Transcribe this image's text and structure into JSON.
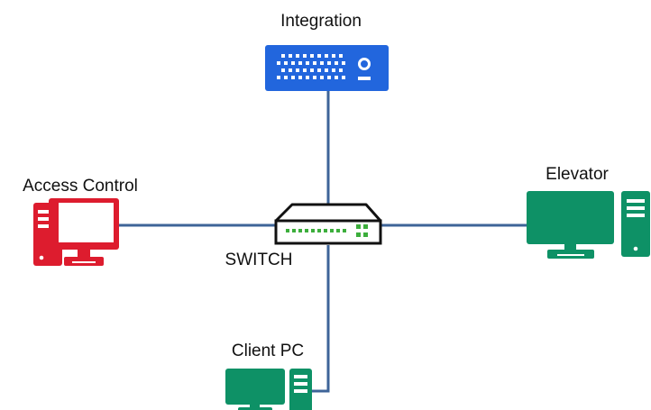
{
  "nodes": {
    "integration": {
      "label": "Integration",
      "icon": "dvr-recorder-icon",
      "color": "#2266dd"
    },
    "access_control": {
      "label": "Access Control",
      "icon": "desktop-pc-icon",
      "color": "#dd1c2e"
    },
    "switch": {
      "label": "SWITCH",
      "icon": "network-switch-icon",
      "led_color": "#3cae3c"
    },
    "elevator": {
      "label": "Elevator",
      "icon": "desktop-pc-icon",
      "color": "#0e9166"
    },
    "client_pc": {
      "label": "Client PC",
      "icon": "desktop-pc-icon",
      "color": "#0e9166"
    }
  },
  "connections": [
    {
      "from": "integration",
      "to": "switch"
    },
    {
      "from": "access_control",
      "to": "switch"
    },
    {
      "from": "switch",
      "to": "elevator"
    },
    {
      "from": "switch",
      "to": "client_pc"
    }
  ],
  "line_color": "#3e6498"
}
